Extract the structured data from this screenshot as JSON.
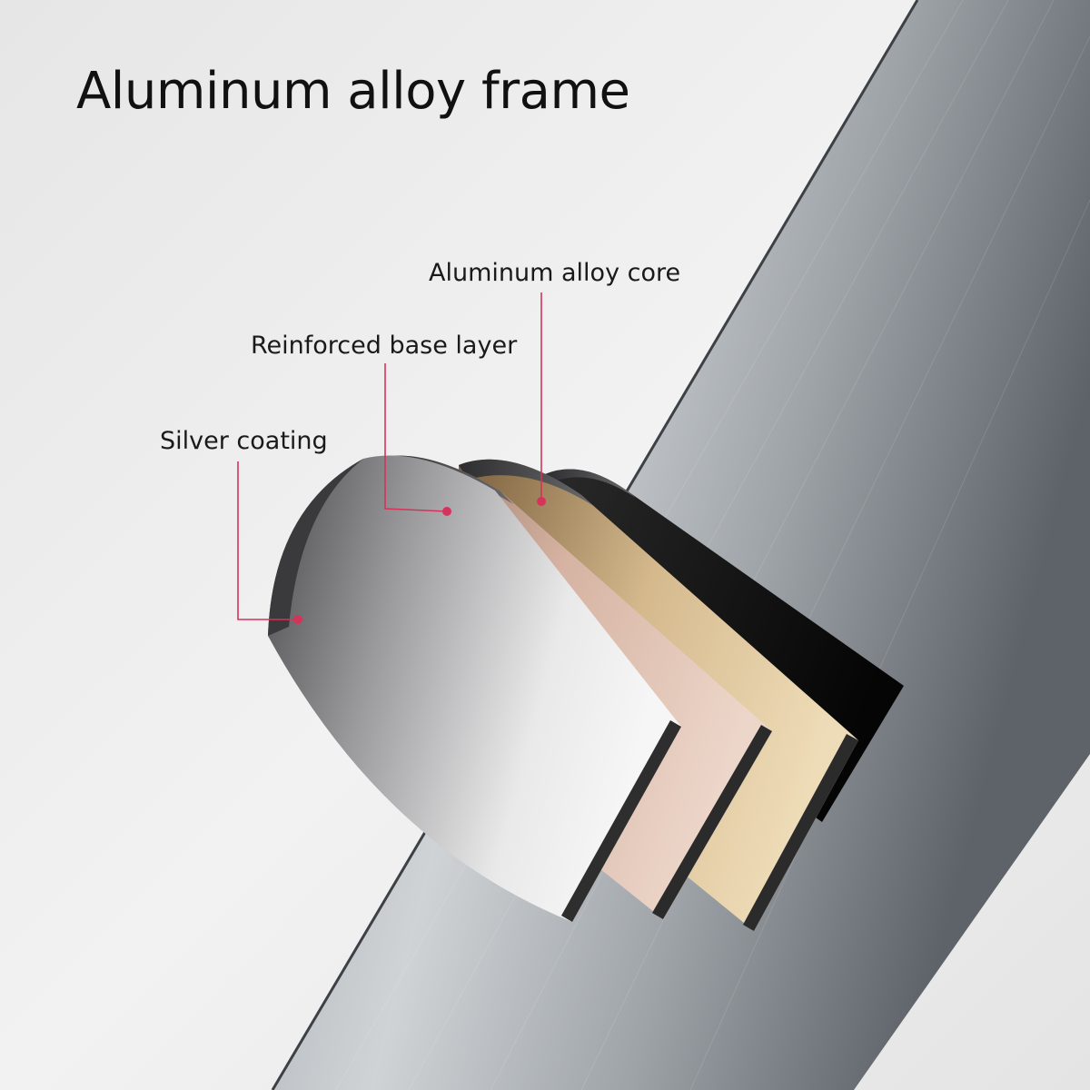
{
  "title": "Aluminum alloy frame",
  "labels": {
    "core": "Aluminum alloy core",
    "base": "Reinforced base layer",
    "coating": "Silver coating"
  },
  "colors": {
    "callout": "#d6335a",
    "coating_layer": "#c9c9cb",
    "base_layer": "#d9b6a6",
    "core_layer": "#d8bf95",
    "inner_layer": "#101010",
    "tube": "#8b9096"
  }
}
